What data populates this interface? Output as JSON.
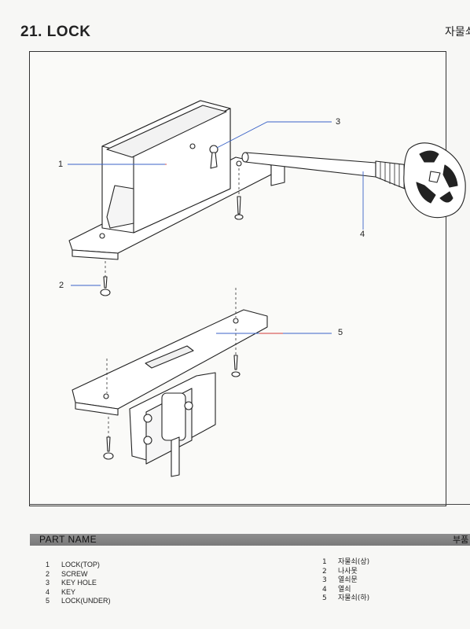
{
  "header": {
    "title": "21. LOCK",
    "title_kr": "자물쇠"
  },
  "callouts": [
    "1",
    "2",
    "3",
    "4",
    "5"
  ],
  "part_name_section": {
    "label": "PART NAME",
    "label_kr": "부품"
  },
  "parts_en": [
    {
      "num": "1",
      "name": "LOCK(TOP)"
    },
    {
      "num": "2",
      "name": "SCREW"
    },
    {
      "num": "3",
      "name": "KEY HOLE"
    },
    {
      "num": "4",
      "name": "KEY"
    },
    {
      "num": "5",
      "name": "LOCK(UNDER)"
    }
  ],
  "parts_kr": [
    {
      "num": "1",
      "name": "자물쇠(상)"
    },
    {
      "num": "2",
      "name": "나사못"
    },
    {
      "num": "3",
      "name": "열쇠문"
    },
    {
      "num": "4",
      "name": "열쇠"
    },
    {
      "num": "5",
      "name": "자물쇠(하)"
    }
  ],
  "colors": {
    "bar": "#7f7f7f",
    "leader_blue": "#3b63c7",
    "leader_red": "#d23a3a"
  }
}
